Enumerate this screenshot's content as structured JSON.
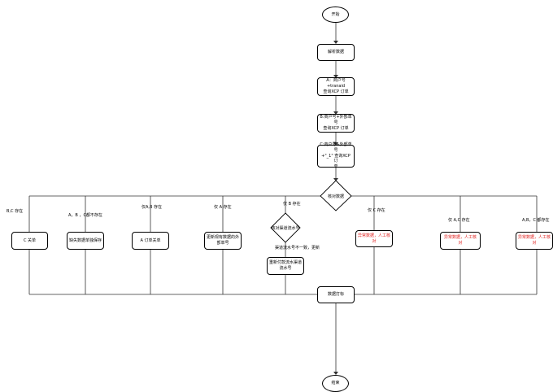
{
  "nodes": {
    "start": "开始",
    "parse": "解析数据",
    "query_a": "A：商户号+tranaid\n查询XCP 订单",
    "query_b": "B:商户号+外部单号\n查询XCP 订单",
    "query_c": "C:商户号+外部单号\n+\"_1\" 查询XCP 订\n单",
    "compare": "核对数据",
    "c_close": "C 关单",
    "missing_save": "缺失数据单独保存",
    "a_close": "A 订单关单",
    "update_ext": "更新现有数据的外\n部单号",
    "check_channel": "核对渠道流水号",
    "update_channel": "重新付款流水渠道\n流水号",
    "abnormal_1": "异常数据，人工核\n对",
    "abnormal_2": "异常数据，人工核\n对",
    "abnormal_3": "异常数据，人工核\n对",
    "data_mark": "数据打标",
    "end": "结束"
  },
  "branch_labels": {
    "bc_exist": "B,C 存在",
    "abc_none": "A，B ，C都不存在",
    "only_ab": "仅A,B 存在",
    "only_a": "仅 A 存在",
    "only_b": "仅 B 存在",
    "only_c": "仅 C 存在",
    "only_ac": "仅 A,C 存在",
    "abc_all": "A,B，C 都存在",
    "channel_diff": "渠道流水号不一致，更新"
  }
}
